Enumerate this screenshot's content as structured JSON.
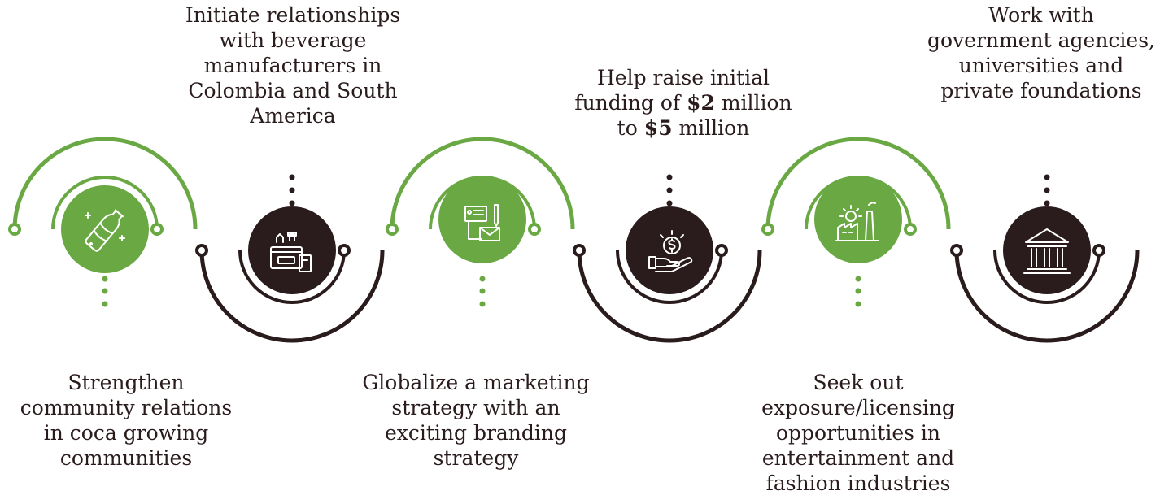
{
  "colors": {
    "green": "#6aa844",
    "dark": "#2a1b1c",
    "white": "#ffffff"
  },
  "steps": [
    {
      "icon": "soda-bottle-icon",
      "style": "green",
      "text": [
        "Strengthen",
        "community relations",
        "in coca growing",
        "communities"
      ]
    },
    {
      "icon": "grocery-basket-icon",
      "style": "dark",
      "text": [
        "Initiate relationships",
        "with beverage",
        "manufacturers in",
        "Colombia and South",
        "America"
      ]
    },
    {
      "icon": "branding-documents-icon",
      "style": "green",
      "text": [
        "Globalize a marketing",
        "strategy with an",
        "exciting branding",
        "strategy"
      ]
    },
    {
      "icon": "funding-hand-coin-icon",
      "style": "dark",
      "text_html": [
        "Help raise initial",
        "funding of <b>$2</b> million",
        "to <b>$5</b> million"
      ],
      "text": [
        "Help raise initial",
        "funding of $2 million",
        "to $5 million"
      ]
    },
    {
      "icon": "industry-factory-icon",
      "style": "green",
      "text": [
        "Seek out",
        "exposure/licensing",
        "opportunities in",
        "entertainment and",
        "fashion industries"
      ]
    },
    {
      "icon": "government-building-icon",
      "style": "dark",
      "text": [
        "Work with",
        "government agencies,",
        "universities and",
        "private foundations"
      ]
    }
  ]
}
